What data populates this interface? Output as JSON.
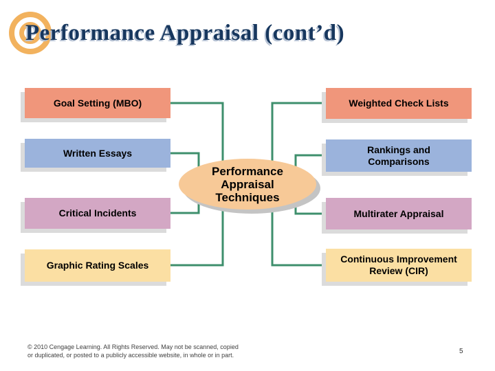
{
  "slide": {
    "title": "Performance Appraisal (cont’d)",
    "footer": "© 2010 Cengage Learning. All Rights Reserved. May not be scanned, copied\nor duplicated, or posted to a publicly accessible website, in whole or in part.",
    "page_number": "5"
  },
  "diagram": {
    "center": {
      "label": "Performance\nAppraisal\nTechniques",
      "fill": "#F7C997"
    },
    "left_boxes": [
      {
        "label": "Goal Setting (MBO)",
        "color": "#F0967B"
      },
      {
        "label": "Written Essays",
        "color": "#9BB3DC"
      },
      {
        "label": "Critical Incidents",
        "color": "#D3A7C4"
      },
      {
        "label": "Graphic Rating Scales",
        "color": "#FBDFA3"
      }
    ],
    "right_boxes": [
      {
        "label": "Weighted Check Lists",
        "color": "#F0967B"
      },
      {
        "label": "Rankings and\nComparisons",
        "color": "#9BB3DC"
      },
      {
        "label": "Multirater Appraisal",
        "color": "#D3A7C4"
      },
      {
        "label": "Continuous Improvement\nReview (CIR)",
        "color": "#FBDFA3"
      }
    ],
    "colors": {
      "connector_green": "#3E8F6C",
      "title_navy": "#17375E",
      "logo_orange": "#F2B25E",
      "box_shadow_gray": "#DBDBDB"
    }
  }
}
